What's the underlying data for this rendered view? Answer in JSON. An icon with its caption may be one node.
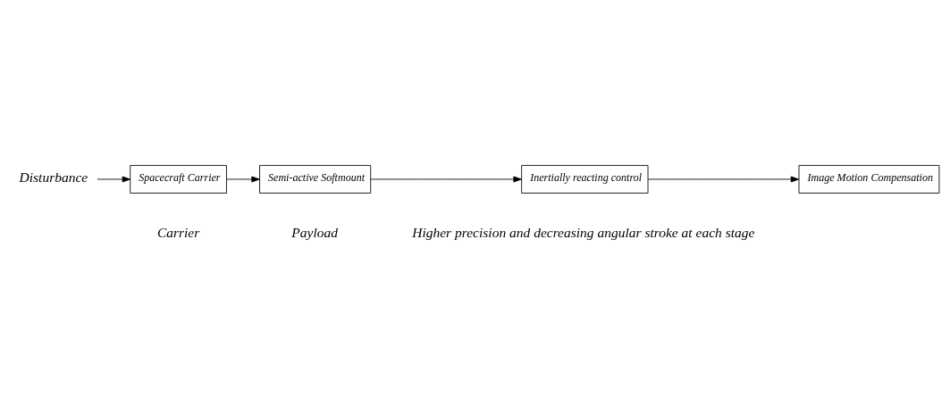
{
  "diagram": {
    "nodes": [
      {
        "text": [
          "Disturbance"
        ]
      },
      {
        "text": [
          "Spacecraft Carrier"
        ]
      },
      {
        "text": [
          "Semi-active Softmount"
        ]
      },
      {
        "text": [
          "Inertially reacting control"
        ]
      },
      {
        "text": [
          "Image Motion Compensation"
        ]
      }
    ],
    "edges": [
      {
        "from": 0,
        "to": 1,
        "arrow": "to"
      },
      {
        "from": 1,
        "to": 2,
        "arrow": "to"
      },
      {
        "from": 2,
        "to": 3,
        "arrow": "to"
      },
      {
        "from": 3,
        "to": 4,
        "arrow": "to"
      }
    ],
    "labels": [
      "Carrier",
      "Payload",
      "Higher precision and decreasing angular stroke at each stage"
    ]
  }
}
